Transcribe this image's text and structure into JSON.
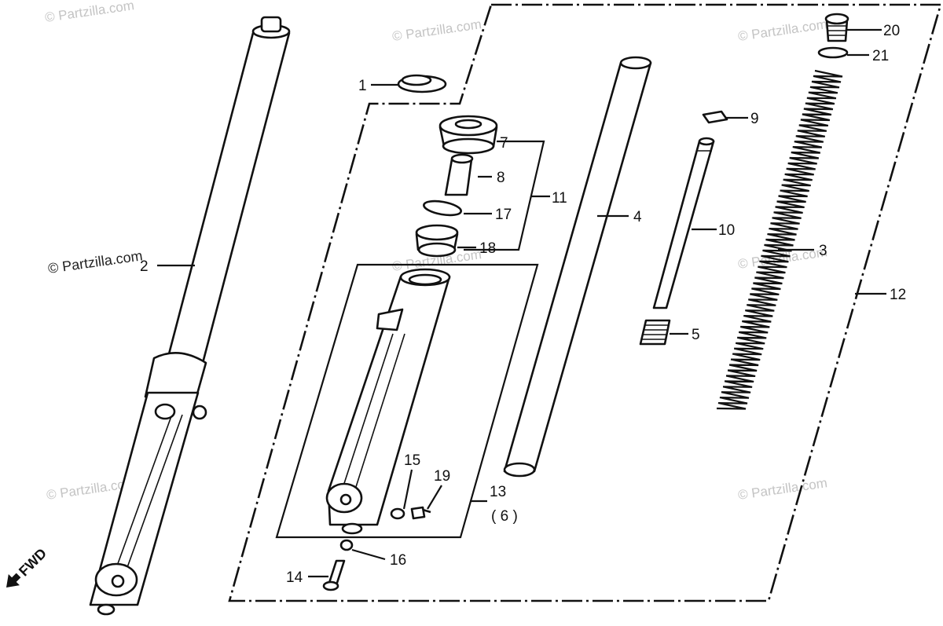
{
  "watermarks": [
    {
      "text": "© Partzilla.com",
      "faint": true
    },
    {
      "text": "© Partzilla.com",
      "faint": true
    },
    {
      "text": "© Partzilla.com",
      "faint": true
    },
    {
      "text": "© Partzilla.com",
      "faint": false
    },
    {
      "text": "© Partzilla.com",
      "faint": true
    },
    {
      "text": "© Partzilla.com",
      "faint": true
    },
    {
      "text": "© Partzilla.com",
      "faint": true
    },
    {
      "text": "© Partzilla.com",
      "faint": true
    }
  ],
  "callouts": {
    "p1": "1",
    "p2": "2",
    "p3": "3",
    "p4": "4",
    "p5": "5",
    "p7": "7",
    "p8": "8",
    "p9": "9",
    "p10": "10",
    "p11": "11",
    "p12": "12",
    "p13": "13",
    "p13_qty": "( 6 )",
    "p14": "14",
    "p15": "15",
    "p16": "16",
    "p17": "17",
    "p18": "18",
    "p19": "19",
    "p20": "20",
    "p21": "21"
  },
  "direction": {
    "label": "FWD",
    "icon": "arrow-icon"
  },
  "colors": {
    "line": "#111111",
    "background": "#ffffff",
    "watermark": "#c4c4c4"
  }
}
